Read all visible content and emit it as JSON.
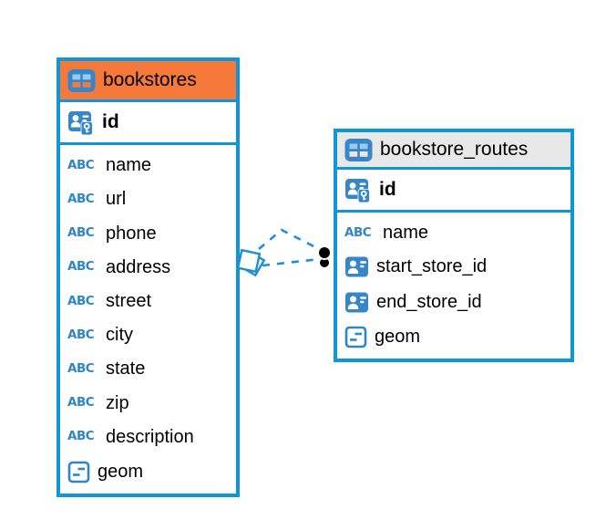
{
  "diagram": {
    "colors": {
      "border_blue": "#0e96d7",
      "icon_blue": "#3787c8",
      "text_icon_blue": "#2e86c9",
      "header_orange": "#f5793b",
      "header_gray": "#e8e8e8",
      "line_blue": "#1e8fd5",
      "endpoint_black": "#000000"
    },
    "icons": {
      "text_type_label": "ABC"
    },
    "tables": [
      {
        "name": "bookstores",
        "columns": [
          {
            "name": "id",
            "type": "primary-key"
          },
          {
            "name": "name",
            "type": "text"
          },
          {
            "name": "url",
            "type": "text"
          },
          {
            "name": "phone",
            "type": "text"
          },
          {
            "name": "address",
            "type": "text"
          },
          {
            "name": "street",
            "type": "text"
          },
          {
            "name": "city",
            "type": "text"
          },
          {
            "name": "state",
            "type": "text"
          },
          {
            "name": "zip",
            "type": "text"
          },
          {
            "name": "description",
            "type": "text"
          },
          {
            "name": "geom",
            "type": "geometry"
          }
        ]
      },
      {
        "name": "bookstore_routes",
        "columns": [
          {
            "name": "id",
            "type": "primary-key"
          },
          {
            "name": "name",
            "type": "text"
          },
          {
            "name": "start_store_id",
            "type": "foreign-key"
          },
          {
            "name": "end_store_id",
            "type": "foreign-key"
          },
          {
            "name": "geom",
            "type": "geometry"
          }
        ]
      }
    ],
    "relationship": {
      "from_table": "bookstore_routes",
      "to_table": "bookstores",
      "style": "dashed"
    }
  }
}
